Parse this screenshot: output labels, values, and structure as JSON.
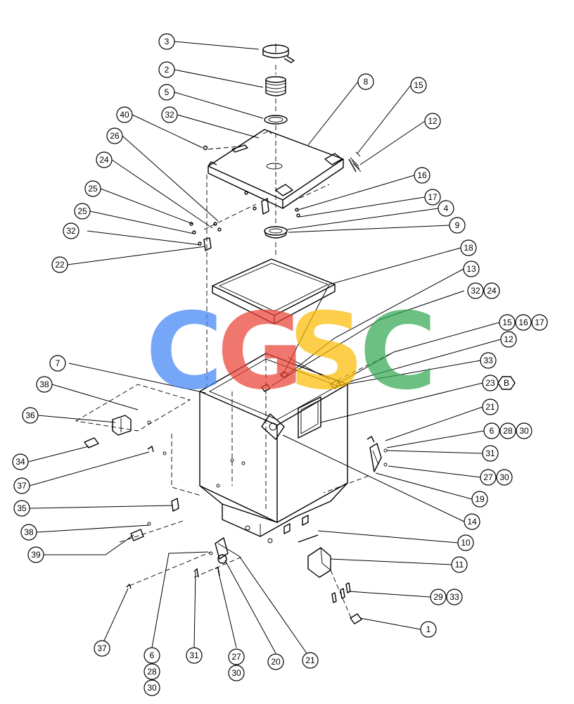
{
  "watermark": {
    "letters": [
      {
        "char": "C",
        "color": "#4285F4"
      },
      {
        "char": "G",
        "color": "#EA4335"
      },
      {
        "char": "S",
        "color": "#FBBC05"
      },
      {
        "char": "C",
        "color": "#34A853"
      }
    ]
  },
  "detail_marker": {
    "label": "B"
  },
  "callouts": [
    {
      "id": "c3",
      "label": "3"
    },
    {
      "id": "c2",
      "label": "2"
    },
    {
      "id": "c5",
      "label": "5"
    },
    {
      "id": "c8",
      "label": "8"
    },
    {
      "id": "c15a",
      "label": "15"
    },
    {
      "id": "c40",
      "label": "40"
    },
    {
      "id": "c32a",
      "label": "32"
    },
    {
      "id": "c12a",
      "label": "12"
    },
    {
      "id": "c26",
      "label": "26"
    },
    {
      "id": "c24a",
      "label": "24"
    },
    {
      "id": "c16",
      "label": "16"
    },
    {
      "id": "c25a",
      "label": "25"
    },
    {
      "id": "c17",
      "label": "17"
    },
    {
      "id": "c4",
      "label": "4"
    },
    {
      "id": "c25b",
      "label": "25"
    },
    {
      "id": "c9",
      "label": "9"
    },
    {
      "id": "c32b",
      "label": "32"
    },
    {
      "id": "c22",
      "label": "22"
    },
    {
      "id": "c18",
      "label": "18"
    },
    {
      "id": "c13",
      "label": "13"
    },
    {
      "id": "c32c",
      "label": "32"
    },
    {
      "id": "c24b",
      "label": "24"
    },
    {
      "id": "c15b",
      "label": "15"
    },
    {
      "id": "c16b",
      "label": "16"
    },
    {
      "id": "c17b",
      "label": "17"
    },
    {
      "id": "c12b",
      "label": "12"
    },
    {
      "id": "c7",
      "label": "7"
    },
    {
      "id": "c33a",
      "label": "33"
    },
    {
      "id": "c38a",
      "label": "38"
    },
    {
      "id": "c23",
      "label": "23"
    },
    {
      "id": "c36",
      "label": "36"
    },
    {
      "id": "c21a",
      "label": "21"
    },
    {
      "id": "c6a",
      "label": "6"
    },
    {
      "id": "c28a",
      "label": "28"
    },
    {
      "id": "c30a",
      "label": "30"
    },
    {
      "id": "c34",
      "label": "34"
    },
    {
      "id": "c31a",
      "label": "31"
    },
    {
      "id": "c37a",
      "label": "37"
    },
    {
      "id": "c27a",
      "label": "27"
    },
    {
      "id": "c30b",
      "label": "30"
    },
    {
      "id": "c19",
      "label": "19"
    },
    {
      "id": "c35",
      "label": "35"
    },
    {
      "id": "c14",
      "label": "14"
    },
    {
      "id": "c38b",
      "label": "38"
    },
    {
      "id": "c10",
      "label": "10"
    },
    {
      "id": "c39",
      "label": "39"
    },
    {
      "id": "c11",
      "label": "11"
    },
    {
      "id": "c29",
      "label": "29"
    },
    {
      "id": "c33b",
      "label": "33"
    },
    {
      "id": "c1",
      "label": "1"
    },
    {
      "id": "c37b",
      "label": "37"
    },
    {
      "id": "c6b",
      "label": "6"
    },
    {
      "id": "c31b",
      "label": "31"
    },
    {
      "id": "c27b",
      "label": "27"
    },
    {
      "id": "c20",
      "label": "20"
    },
    {
      "id": "c21b",
      "label": "21"
    },
    {
      "id": "c28b",
      "label": "28"
    },
    {
      "id": "c30c",
      "label": "30"
    },
    {
      "id": "c30d",
      "label": "30"
    }
  ]
}
